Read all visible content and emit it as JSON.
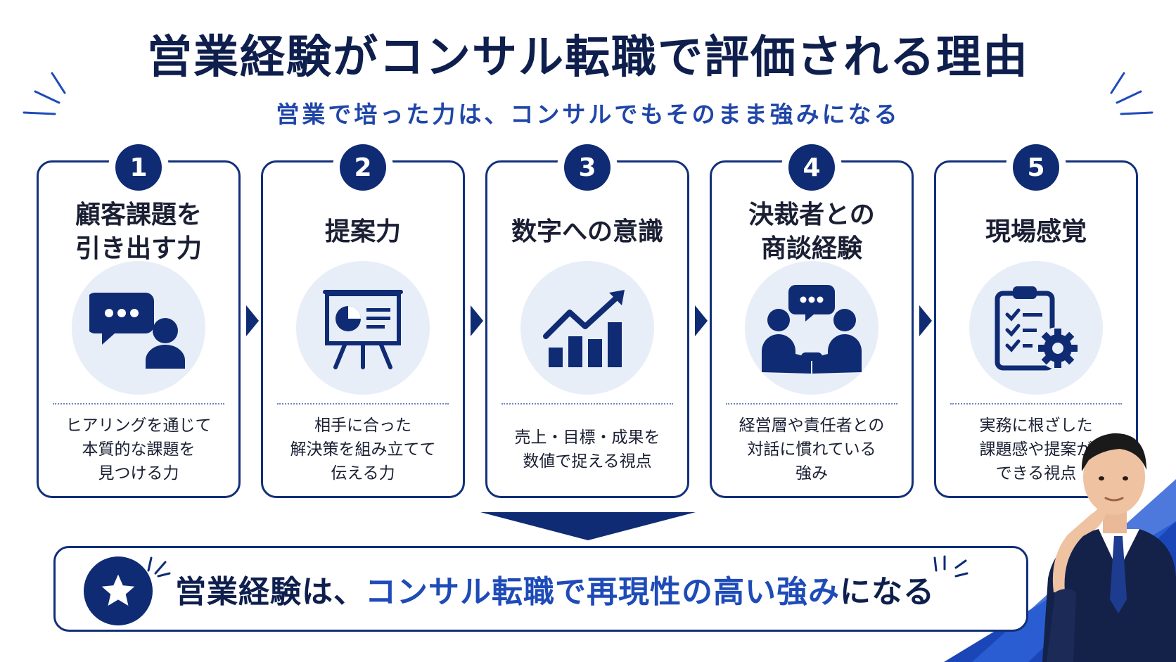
{
  "title": "営業経験がコンサル転職で評価される理由",
  "subtitle": "営業で培った力は、コンサルでもそのまま強みになる",
  "cards": [
    {
      "number": "1",
      "title_line1": "顧客課題を",
      "title_line2": "引き出す力",
      "icon": "chat-bubble-person-icon",
      "desc_line1": "ヒアリングを通じて",
      "desc_line2": "本質的な課題を",
      "desc_line3": "見つける力"
    },
    {
      "number": "2",
      "title_line1": "提案力",
      "title_line2": "",
      "icon": "presentation-board-icon",
      "desc_line1": "相手に合った",
      "desc_line2": "解決策を組み立てて",
      "desc_line3": "伝える力"
    },
    {
      "number": "3",
      "title_line1": "数字への意識",
      "title_line2": "",
      "icon": "growth-chart-icon",
      "desc_line1": "売上・目標・成果を",
      "desc_line2": "数値で捉える視点",
      "desc_line3": ""
    },
    {
      "number": "4",
      "title_line1": "決裁者との",
      "title_line2": "商談経験",
      "icon": "handshake-meeting-icon",
      "desc_line1": "経営層や責任者との",
      "desc_line2": "対話に慣れている",
      "desc_line3": "強み"
    },
    {
      "number": "5",
      "title_line1": "現場感覚",
      "title_line2": "",
      "icon": "clipboard-gear-icon",
      "desc_line1": "実務に根ざした",
      "desc_line2": "課題感や提案が",
      "desc_line3": "できる視点"
    }
  ],
  "summary": {
    "part1": "営業経験は、",
    "part2": "コンサル転職で",
    "part3": "再現性の高い強み",
    "part4": "になる"
  },
  "colors": {
    "navy": "#0f2b74",
    "blue": "#1e4bb8",
    "light": "#e8eef8"
  }
}
